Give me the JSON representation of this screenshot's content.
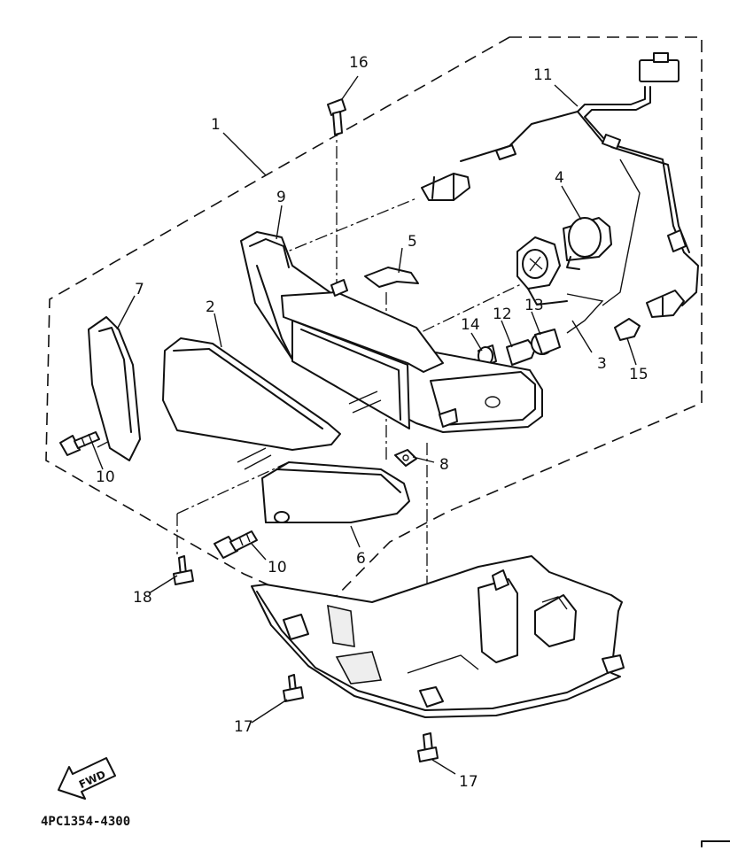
{
  "diagram": {
    "part_code": "4PC1354-4300",
    "direction_label": "FWD",
    "callouts": [
      {
        "id": "c1",
        "text": "1"
      },
      {
        "id": "c2",
        "text": "2"
      },
      {
        "id": "c3",
        "text": "3"
      },
      {
        "id": "c4",
        "text": "4"
      },
      {
        "id": "c5",
        "text": "5"
      },
      {
        "id": "c6",
        "text": "6"
      },
      {
        "id": "c7",
        "text": "7"
      },
      {
        "id": "c8",
        "text": "8"
      },
      {
        "id": "c9",
        "text": "9"
      },
      {
        "id": "c10a",
        "text": "10"
      },
      {
        "id": "c10b",
        "text": "10"
      },
      {
        "id": "c11",
        "text": "11"
      },
      {
        "id": "c12",
        "text": "12"
      },
      {
        "id": "c13",
        "text": "13"
      },
      {
        "id": "c14",
        "text": "14"
      },
      {
        "id": "c15",
        "text": "15"
      },
      {
        "id": "c16",
        "text": "16"
      },
      {
        "id": "c17a",
        "text": "17"
      },
      {
        "id": "c17b",
        "text": "17"
      },
      {
        "id": "c18",
        "text": "18"
      }
    ]
  }
}
